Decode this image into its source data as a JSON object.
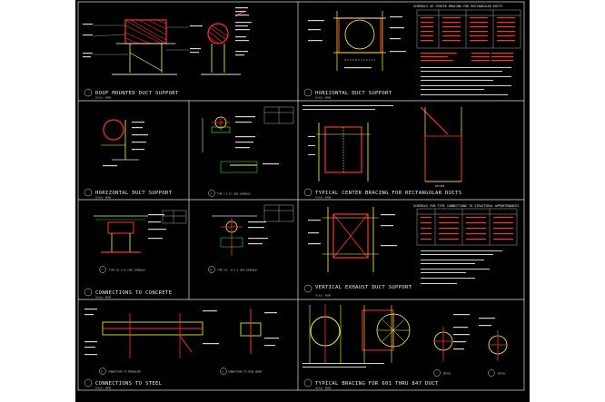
{
  "panels": [
    {
      "id": "p1",
      "title": "ROOF MOUNTED DUCT SUPPORT",
      "scale": "SCALE: NONE"
    },
    {
      "id": "p2",
      "title": "HORIZONTAL DUCT SUPPORT",
      "scale": "SCALE: NONE"
    },
    {
      "id": "p3",
      "title": "HORIZONTAL DUCT SUPPORT",
      "scale": "SCALE: NONE"
    },
    {
      "id": "p4",
      "title": "TYPICAL CENTER BRACING FOR RECTANGULAR DUCTS",
      "scale": "SCALE: NONE"
    },
    {
      "id": "p5",
      "title": "CONNECTIONS TO CONCRETE",
      "scale": "SCALE: NONE"
    },
    {
      "id": "p6",
      "title": "VERTICAL EXHAUST DUCT SUPPORT",
      "scale": "SCALE: NONE"
    },
    {
      "id": "p7",
      "title": "CONNECTIONS TO STEEL",
      "scale": "SCALE: NONE"
    },
    {
      "id": "p8",
      "title": "TYPICAL BRACING FOR 601 THRU 847 DUCT",
      "scale": "SCALE: NONE"
    }
  ],
  "sublabels": {
    "type_1_2": "TYPE I & II (SEE SCHEDULE)",
    "type_3_4": "TYPE III & IV (SEE SCHEDULE)",
    "type_5_6": "TYPE III, IV & V (SEE SCHEDULE)",
    "to_sprinklers": "CONNECTIONS TO SPRINKLERS",
    "to_steel_beams": "CONNECTIONS TO STEEL BEAMS",
    "section": "SECTION",
    "detail": "DETAIL"
  },
  "schedule": {
    "title": "SCHEDULE OF CENTER BRACING FOR RECTANGULAR DUCTS",
    "title2": "SCHEDULE FOR TYPE CONNECTIONS TO STRUCTURAL APPURTENANCES"
  },
  "callouts": {
    "a": "A",
    "b": "B",
    "c": "C",
    "d": "D",
    "e": "E",
    "f": "F"
  }
}
